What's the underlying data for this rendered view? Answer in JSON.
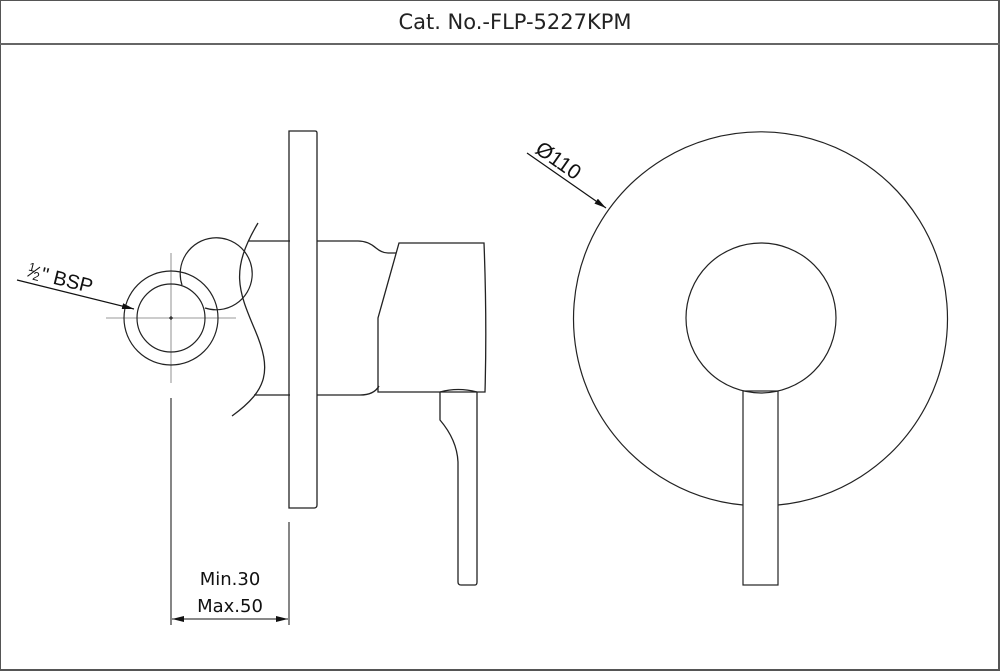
{
  "title": "Cat. No.-FLP-5227KPM",
  "annotations": {
    "thread_fraction_num": "1",
    "thread_fraction_den": "2",
    "thread_label": "\" BSP",
    "diameter_label": "Ø110",
    "min_depth": "Min.30",
    "max_depth": "Max.50"
  },
  "views": {
    "inlet_view": "1/2\" BSP inlet end view with centerlines",
    "side_view": "Concealed mixer side elevation with wall plate and lever handle",
    "front_view": "Round cover plate Ø110 with circular body and lever handle"
  },
  "colors": {
    "line": "#222222",
    "border": "#555555",
    "centerline": "#777777"
  }
}
